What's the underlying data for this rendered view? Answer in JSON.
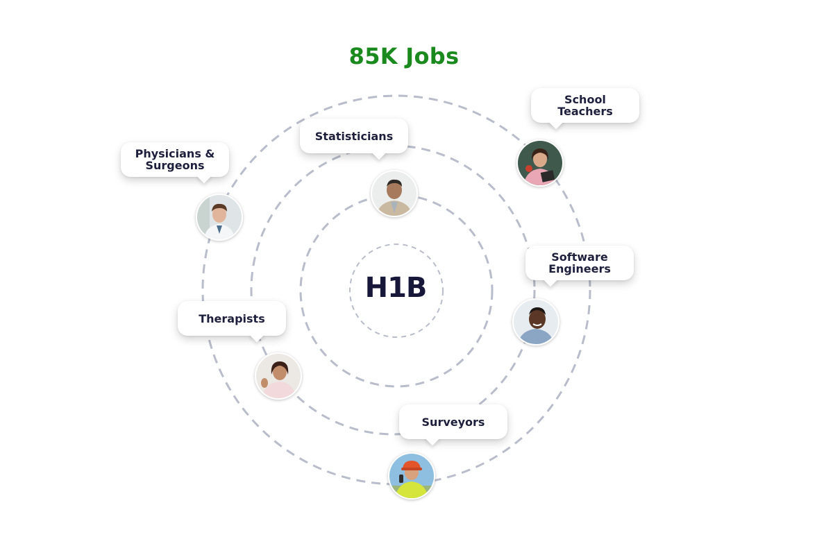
{
  "headline": "85K Jobs",
  "center_label": "H1B",
  "colors": {
    "headline": "#1b8a1e",
    "center_text": "#17173a",
    "orbit_line": "#b9bccb",
    "bubble_text": "#1e1f3c"
  },
  "occupations": [
    {
      "label": "Physicians &\nSurgeons",
      "icon": "doctor-avatar"
    },
    {
      "label": "Statisticians",
      "icon": "statistician-avatar"
    },
    {
      "label": "School\nTeachers",
      "icon": "teacher-avatar"
    },
    {
      "label": "Software\nEngineers",
      "icon": "software-engineer-avatar"
    },
    {
      "label": "Therapists",
      "icon": "therapist-avatar"
    },
    {
      "label": "Surveyors",
      "icon": "surveyor-avatar"
    }
  ]
}
